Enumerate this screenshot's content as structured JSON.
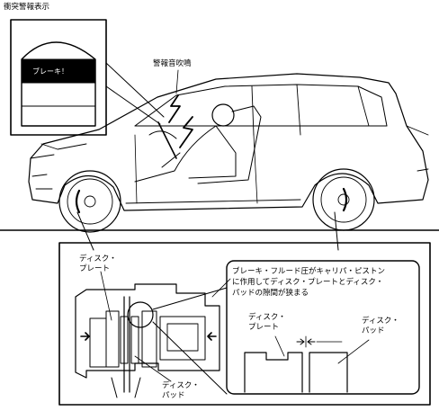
{
  "title": "衝突警報表示",
  "display_text": "ブレーキ！",
  "alarm_label": "警報音吹鳴",
  "disc_plate_left": [
    "ディスク・",
    "プレート"
  ],
  "disc_pad_left": [
    "ディスク・",
    "パッド"
  ],
  "explanation": [
    "ブレーキ・フルード圧がキャリパ・ピストン",
    "に作用してディスク・プレートとディスク・",
    "パッドの隙間が狭まる"
  ],
  "disc_plate_right": [
    "ディスク・",
    "プレート"
  ],
  "disc_pad_right": [
    "ディスク・",
    "パッド"
  ]
}
